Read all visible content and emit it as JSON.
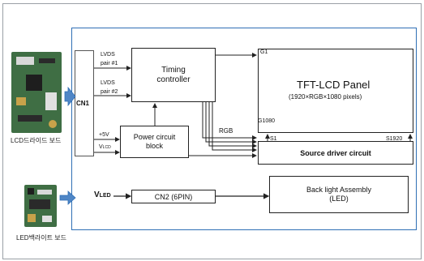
{
  "labels": {
    "cn1": "CN1",
    "lvds1": "LVDS",
    "lvds1_pair": "pair #1",
    "lvds2": "LVDS",
    "lvds2_pair": "pair #2",
    "timing": "Timing\ncontroller",
    "plus5v": "+5V",
    "vlcd_main": "V",
    "vlcd_sub": "LCD",
    "power": "Power circuit\nblock",
    "rgb": "RGB",
    "panel_title": "TFT-LCD Panel",
    "panel_sub": "(1920×RGB×1080 pixels)",
    "g1": "G1",
    "g1080": "G1080",
    "s1": "S1",
    "s1920": "S1920",
    "source_driver": "Source driver circuit",
    "vled_main": "V",
    "vled_sub": "LED",
    "cn2": "CN2 (6PIN)",
    "backlight_title": "Back light Assembly",
    "backlight_sub": "(LED)",
    "lcd_board_caption": "LCD드라이드 보드",
    "led_board_caption": "LED백라이트 보드"
  },
  "colors": {
    "frame_blue": "#2f6fb5",
    "arrow_blue": "#4f86c6",
    "line": "#222222",
    "pcb_green": "#3f6e44"
  }
}
